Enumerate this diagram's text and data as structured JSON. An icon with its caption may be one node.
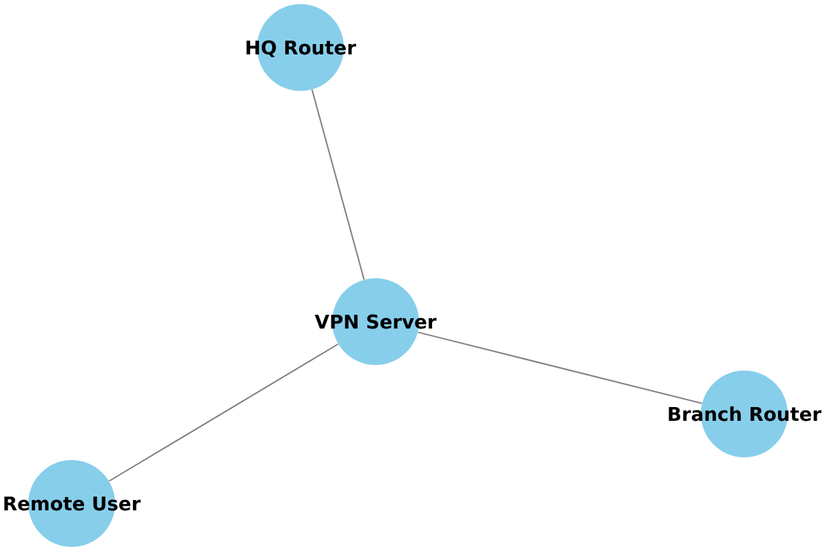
{
  "diagram": {
    "nodes": [
      {
        "text": [
          "HQ Router"
        ]
      },
      {
        "text": [
          "VPN Server"
        ]
      },
      {
        "text": [
          "Branch Router"
        ]
      },
      {
        "text": [
          "Remote User"
        ]
      }
    ],
    "edges": [
      {
        "from": 1,
        "to": 0,
        "arrow": "none"
      },
      {
        "from": 1,
        "to": 2,
        "arrow": "none"
      },
      {
        "from": 3,
        "to": 1,
        "arrow": "none"
      }
    ]
  }
}
